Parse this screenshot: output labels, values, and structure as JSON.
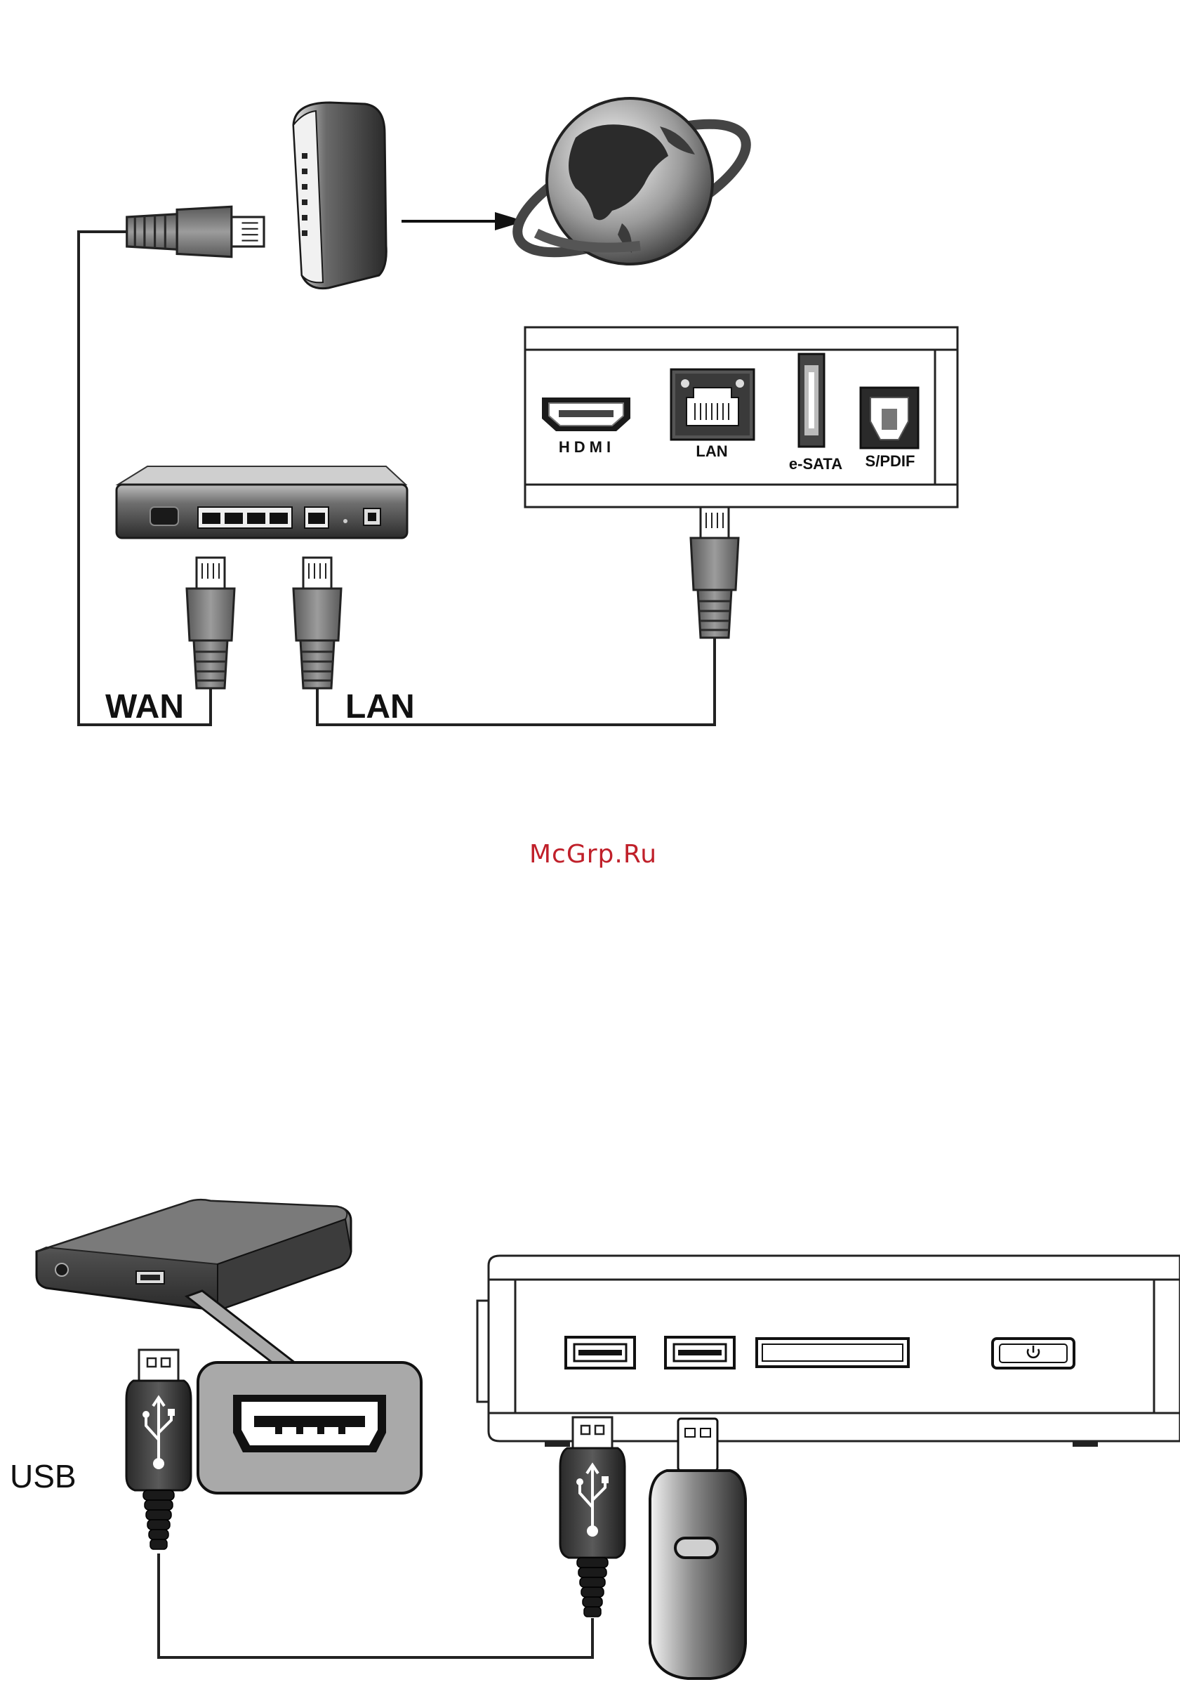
{
  "network_diagram": {
    "labels": {
      "wan": "WAN",
      "lan": "LAN"
    },
    "device_ports": {
      "hdmi": "HDMI",
      "lan": "LAN",
      "esata": "e-SATA",
      "spdif": "S/PDIF"
    },
    "icons": {
      "modem": "modem-icon",
      "globe": "globe-icon",
      "router": "router-icon",
      "plug": "rj45-plug-icon"
    }
  },
  "watermark": "McGrp.Ru",
  "usb_diagram": {
    "label": "USB",
    "icons": {
      "hdd": "external-hdd-icon",
      "usb_plug": "usb-plug-icon",
      "flash_drive": "usb-flash-drive-icon",
      "power": "power-icon"
    }
  }
}
